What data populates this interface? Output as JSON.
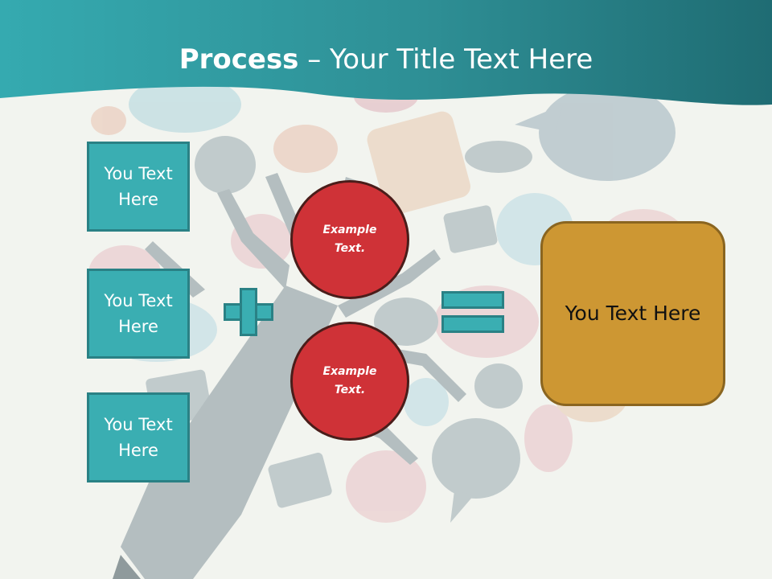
{
  "slide": {
    "title_bold": "Process",
    "title_rest": " – Your Title Text Here"
  },
  "inputs": [
    {
      "label": "You Text Here"
    },
    {
      "label": "You Text Here"
    },
    {
      "label": "You Text Here"
    }
  ],
  "operations": [
    {
      "label": "Example Text."
    },
    {
      "label": "Example Text."
    }
  ],
  "output": {
    "label": "You Text Here"
  },
  "colors": {
    "teal": "#3aaeb2",
    "teal_dark": "#2a8185",
    "red": "#cf3237",
    "gold": "#cd9733",
    "background": "#f2f4ef"
  }
}
